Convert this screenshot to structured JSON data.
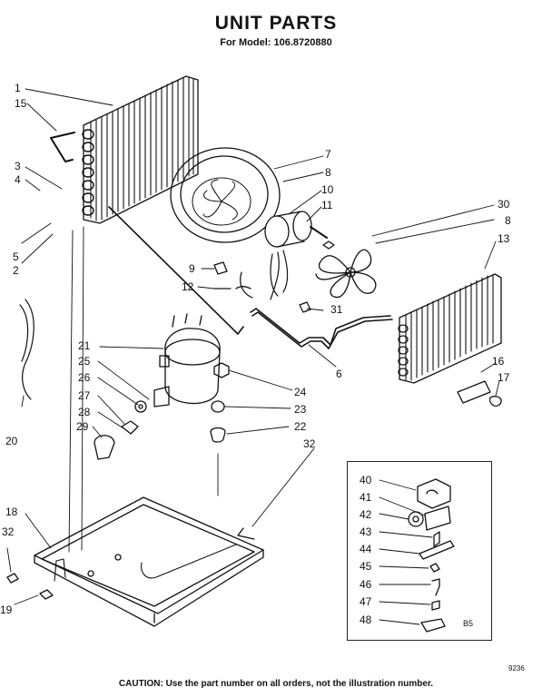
{
  "header": {
    "title": "UNIT PARTS",
    "subtitle": "For Model: 106.8720880"
  },
  "footer": {
    "caution": "CAUTION: Use the part number on all orders, not the illustration number.",
    "code": "9236",
    "inset_code": "B5"
  },
  "callouts": {
    "c1": "1",
    "c2": "2",
    "c3": "3",
    "c4": "4",
    "c5": "5",
    "c6": "6",
    "c7": "7",
    "c8a": "8",
    "c8b": "8",
    "c9": "9",
    "c10": "10",
    "c11": "11",
    "c12": "12",
    "c13": "13",
    "c15": "15",
    "c16": "16",
    "c17": "17",
    "c18": "18",
    "c19": "19",
    "c20": "20",
    "c21": "21",
    "c22": "22",
    "c23": "23",
    "c24": "24",
    "c25": "25",
    "c26": "26",
    "c27": "27",
    "c28": "28",
    "c29": "29",
    "c30": "30",
    "c31": "31",
    "c32a": "32",
    "c32b": "32",
    "c40": "40",
    "c41": "41",
    "c42": "42",
    "c43": "43",
    "c44": "44",
    "c45": "45",
    "c46": "46",
    "c47": "47",
    "c48": "48"
  }
}
